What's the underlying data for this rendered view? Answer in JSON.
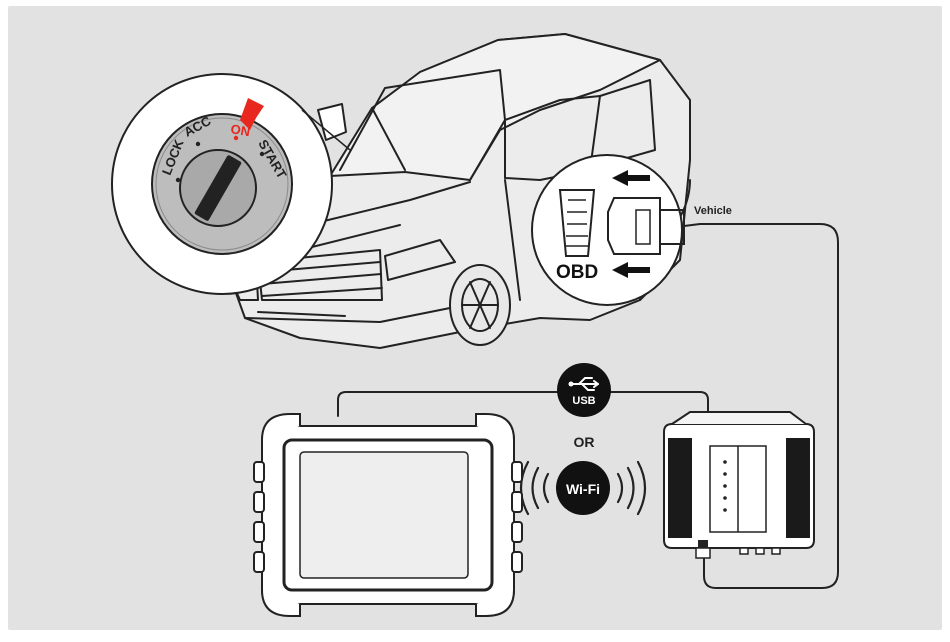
{
  "ignition": {
    "positions": [
      "LOCK",
      "ACC",
      "ON",
      "START"
    ],
    "active": "ON"
  },
  "obd": {
    "label": "OBD"
  },
  "cable": {
    "vehicle_label": "Vehicle"
  },
  "link": {
    "usb_label": "USB",
    "or_label": "OR",
    "wifi_label": "Wi-Fi"
  },
  "colors": {
    "background": "#e2e2e2",
    "line": "#222222",
    "active": "#e8281e",
    "knob": "#b9b9b9",
    "badge": "#111111"
  }
}
